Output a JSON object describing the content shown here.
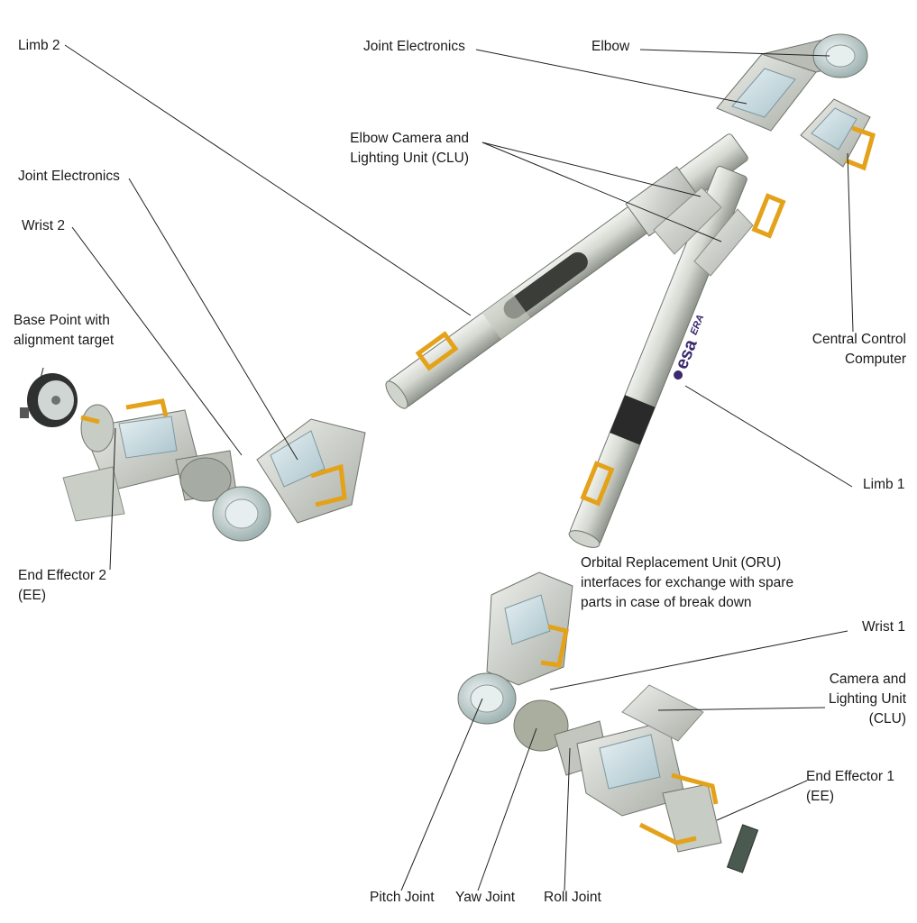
{
  "labels": {
    "limb2": "Limb 2",
    "joint_electronics_top": "Joint Electronics",
    "elbow": "Elbow",
    "elbow_clu_1": "Elbow Camera and",
    "elbow_clu_2": "Lighting Unit (CLU)",
    "joint_electronics_left": "Joint Electronics",
    "wrist2": "Wrist 2",
    "base_point_1": "Base Point with",
    "base_point_2": "alignment target",
    "central_control_1": "Central Control",
    "central_control_2": "Computer",
    "limb1": "Limb 1",
    "end_effector2_1": "End Effector 2",
    "end_effector2_2": "(EE)",
    "oru_1": "Orbital Replacement Unit (ORU)",
    "oru_2": "interfaces for exchange with spare",
    "oru_3": "parts in case of break down",
    "wrist1": "Wrist 1",
    "clu_1": "Camera and",
    "clu_2": "Lighting Unit",
    "clu_3": "(CLU)",
    "end_effector1_1": "End Effector 1",
    "end_effector1_2": "(EE)",
    "pitch_joint": "Pitch Joint",
    "yaw_joint": "Yaw Joint",
    "roll_joint": "Roll Joint"
  },
  "logo": {
    "esa": "esa",
    "era": "ERA"
  },
  "colors": {
    "shell": "#d8dcd4",
    "shell_dark": "#9ea39b",
    "panel": "#c9dde3",
    "handle": "#e3a21a",
    "band": "#2a2a2a",
    "logo": "#3b2a6e"
  }
}
